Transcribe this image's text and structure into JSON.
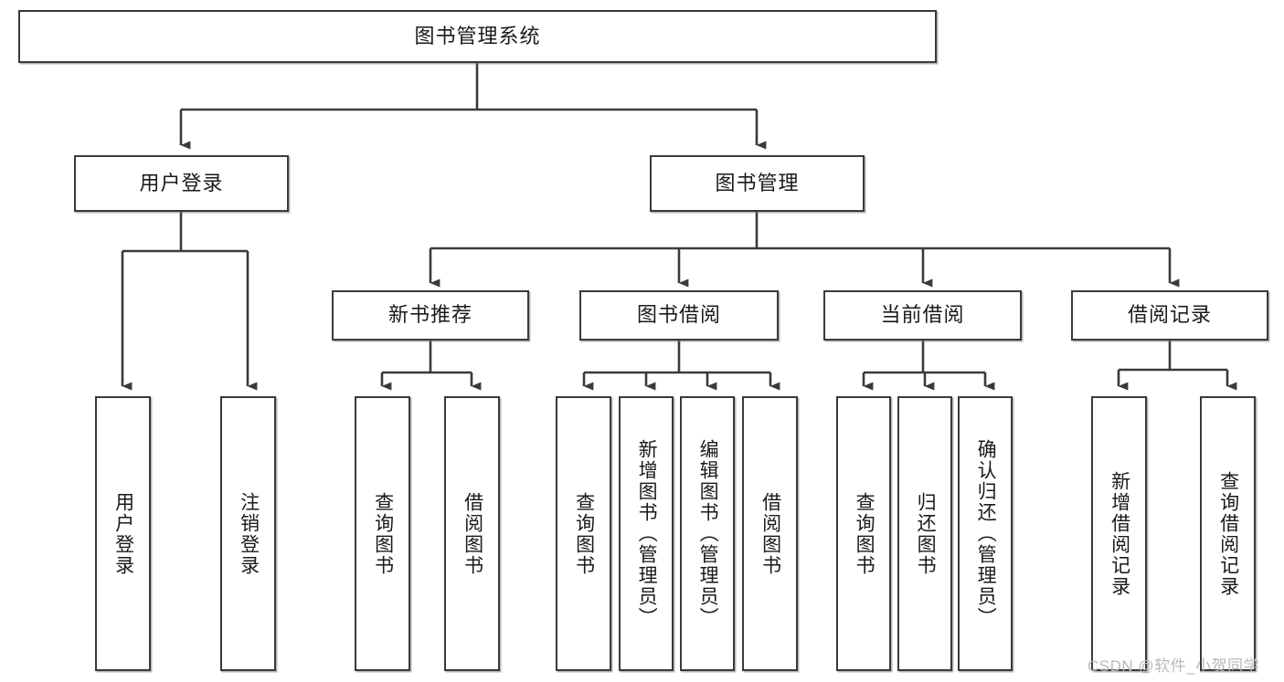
{
  "diagram": {
    "title": "图书管理系统",
    "type": "tree-hierarchy",
    "root": {
      "label": "图书管理系统"
    },
    "level2": [
      {
        "label": "用户登录"
      },
      {
        "label": "图书管理"
      }
    ],
    "level3": [
      {
        "label": "新书推荐"
      },
      {
        "label": "图书借阅"
      },
      {
        "label": "当前借阅"
      },
      {
        "label": "借阅记录"
      }
    ],
    "leaves": {
      "user_login": [
        {
          "label": "用户登录"
        },
        {
          "label": "注销登录"
        }
      ],
      "new_book_recommend": [
        {
          "label": "查询图书"
        },
        {
          "label": "借阅图书"
        }
      ],
      "book_borrow": [
        {
          "label": "查询图书"
        },
        {
          "label": "新增图书（管理员）"
        },
        {
          "label": "编辑图书（管理员）"
        },
        {
          "label": "借阅图书"
        }
      ],
      "current_borrow": [
        {
          "label": "查询图书"
        },
        {
          "label": "归还图书"
        },
        {
          "label": "确认归还（管理员）"
        }
      ],
      "borrow_records": [
        {
          "label": "新增借阅记录"
        },
        {
          "label": "查询借阅记录"
        }
      ]
    }
  },
  "watermark": {
    "text": "CSDN @软件_小贺同学"
  },
  "colors": {
    "stroke": "#3a3a3a",
    "fill": "#ffffff",
    "text": "#1a1a1a",
    "watermark": "#b9b9b9"
  }
}
